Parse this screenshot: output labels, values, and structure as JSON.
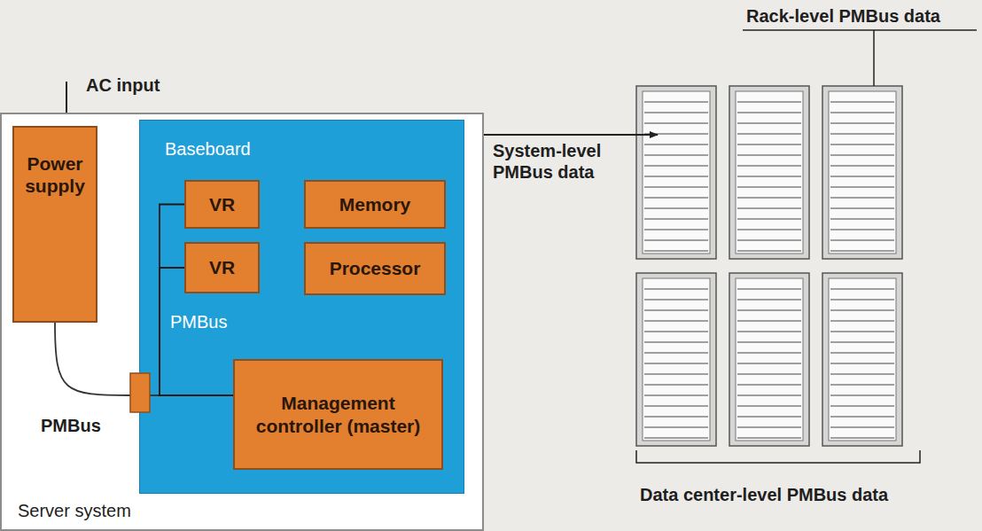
{
  "diagram": {
    "nodes": [
      {
        "text": [
          "Server system"
        ]
      },
      {
        "text": [
          "Power supply"
        ],
        "in": 0
      },
      {
        "text": [
          "Baseboard",
          "PMBus"
        ],
        "in": 0
      },
      {
        "text": [
          "VR"
        ],
        "in": 2
      },
      {
        "text": [
          "Memory"
        ],
        "in": 2
      },
      {
        "text": [
          "VR"
        ],
        "in": 2
      },
      {
        "text": [
          "Processor"
        ],
        "in": 2
      },
      {
        "text": [
          "Management controller (master)"
        ],
        "in": 2
      }
    ],
    "edges": [
      {
        "from": 1,
        "to": 7,
        "arrow": "none"
      },
      {
        "from": 3,
        "to": 7,
        "arrow": "none"
      },
      {
        "from": 5,
        "to": 7,
        "arrow": "none"
      }
    ],
    "labels": [
      "AC input",
      "PMBus",
      "System-level PMBus data",
      "Rack-level PMBus data",
      "Data center-level PMBus data"
    ]
  }
}
